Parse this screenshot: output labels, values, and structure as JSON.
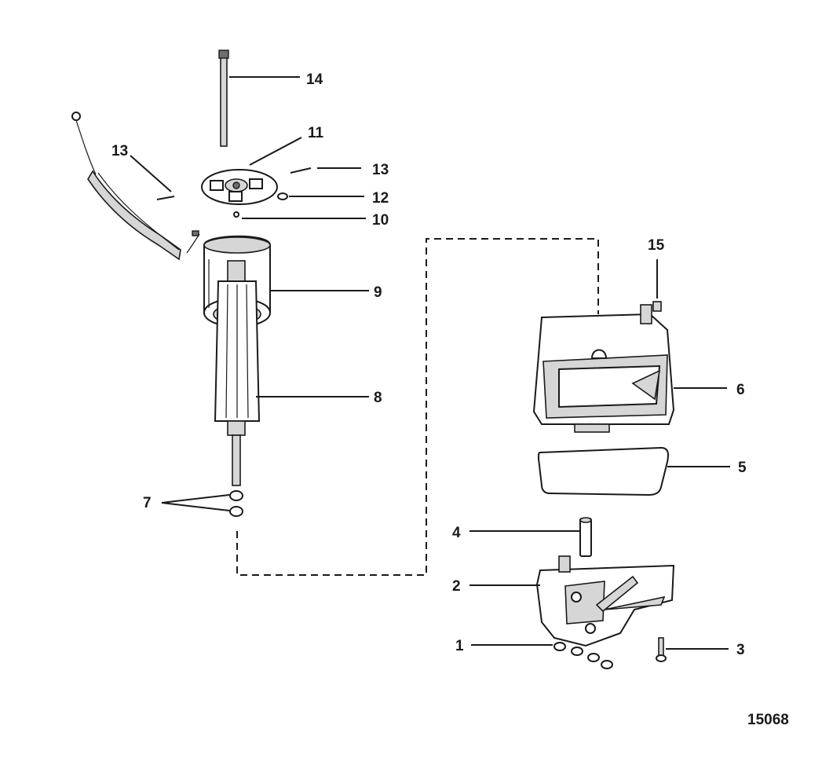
{
  "figure_number": "15068",
  "callouts": {
    "c1": "1",
    "c2": "2",
    "c3": "3",
    "c4": "4",
    "c5": "5",
    "c6": "6",
    "c7": "7",
    "c8": "8",
    "c9": "9",
    "c10": "10",
    "c11": "11",
    "c12": "12",
    "c13a": "13",
    "c13b": "13",
    "c14": "14",
    "c15": "15"
  }
}
